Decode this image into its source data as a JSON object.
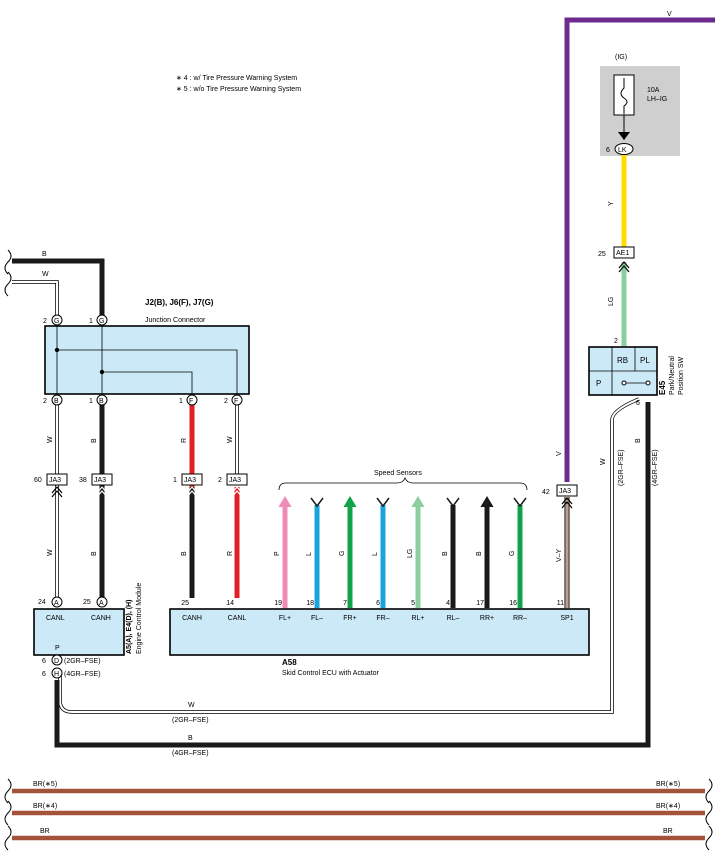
{
  "notes": {
    "n1": "∗ 4 : w/ Tire Pressure Warning System",
    "n2": "∗ 5 : w/o Tire Pressure Warning System"
  },
  "wire_colors": {
    "B": "#1a1a1a",
    "W": "#ffffff",
    "R": "#e31e24",
    "P": "#ef8bb8",
    "L": "#1aa3dc",
    "G": "#12a34a",
    "LG": "#8ccf9f",
    "V": "#6d2a8e",
    "Y": "#ffdc00",
    "VY": "#f6e6a8",
    "BR": "#a2533a"
  },
  "fuse": {
    "box": "(IG)",
    "rating": "10A",
    "name": "LH–IG",
    "pin": "6",
    "terminal": "LK"
  },
  "junction": {
    "title": "J2(B), J6(F), J7(G)",
    "subtitle": "Junction Connector",
    "top_pins": [
      "2",
      "G",
      "1",
      "G"
    ],
    "bottom_pins": [
      "2",
      "B",
      "1",
      "B",
      "1",
      "F",
      "2",
      "F"
    ]
  },
  "wire_labels": {
    "top_b": "B",
    "top_w": "W",
    "top_v": "V",
    "y": "Y",
    "lg": "LG",
    "jc_w": "W",
    "jc_b": "B",
    "jc_r": "R",
    "jc_w2": "W",
    "ecm_w": "W",
    "ecm_b": "B",
    "ecu_b": "B",
    "ecu_r": "R",
    "s1": "P",
    "s2": "L",
    "s3": "G",
    "s4": "L",
    "s5": "LG",
    "s6": "B",
    "s7": "B",
    "s8": "G",
    "vy": "V–Y",
    "v": "V",
    "e45_w": "W",
    "e45_w_var": "(2GR–FSE)",
    "e45_b": "B",
    "e45_b_var": "(4GR–FSE)",
    "bot_w": "W",
    "bot_w_var": "(2GR–FSE)",
    "bot_b": "B",
    "bot_b_var": "(4GR–FSE)"
  },
  "ja3": {
    "name": "JA3",
    "pins": [
      "60",
      "38",
      "1",
      "2",
      "42"
    ]
  },
  "ae1": {
    "pin": "25",
    "name": "AE1"
  },
  "speed_sensors": "Speed Sensors",
  "ecm": {
    "title": "A5(A), E4(D), (H)",
    "subtitle": "Engine Control Module",
    "pins": [
      "24",
      "A",
      "25",
      "A"
    ],
    "canl": "CANL",
    "canh": "CANH",
    "p": "P",
    "gnd1_pin": "6",
    "gnd1_conn": "D",
    "gnd1_var": "(2GR–FSE)",
    "gnd2_pin": "6",
    "gnd2_conn": "H",
    "gnd2_var": "(4GR–FSE)"
  },
  "ecu": {
    "id": "A58",
    "name": "Skid Control ECU with Actuator",
    "pin_numbers": [
      "25",
      "14",
      "19",
      "18",
      "7",
      "6",
      "5",
      "4",
      "17",
      "16",
      "11"
    ],
    "pin_labels": [
      "CANH",
      "CANL",
      "FL+",
      "FL–",
      "FR+",
      "FR–",
      "RL+",
      "RL–",
      "RR+",
      "RR–",
      "SP1"
    ]
  },
  "switch": {
    "id": "E45",
    "name": "Park/Neutral",
    "name2": "Position SW",
    "rb": "RB",
    "pl": "PL",
    "p": "P",
    "pin_top": "2",
    "pin_b": "6"
  },
  "bottom_bus": {
    "l1": "BR(∗5)",
    "r1": "BR(∗5)",
    "l2": "BR(∗4)",
    "r2": "BR(∗4)",
    "l3": "BR",
    "r3": "BR"
  }
}
